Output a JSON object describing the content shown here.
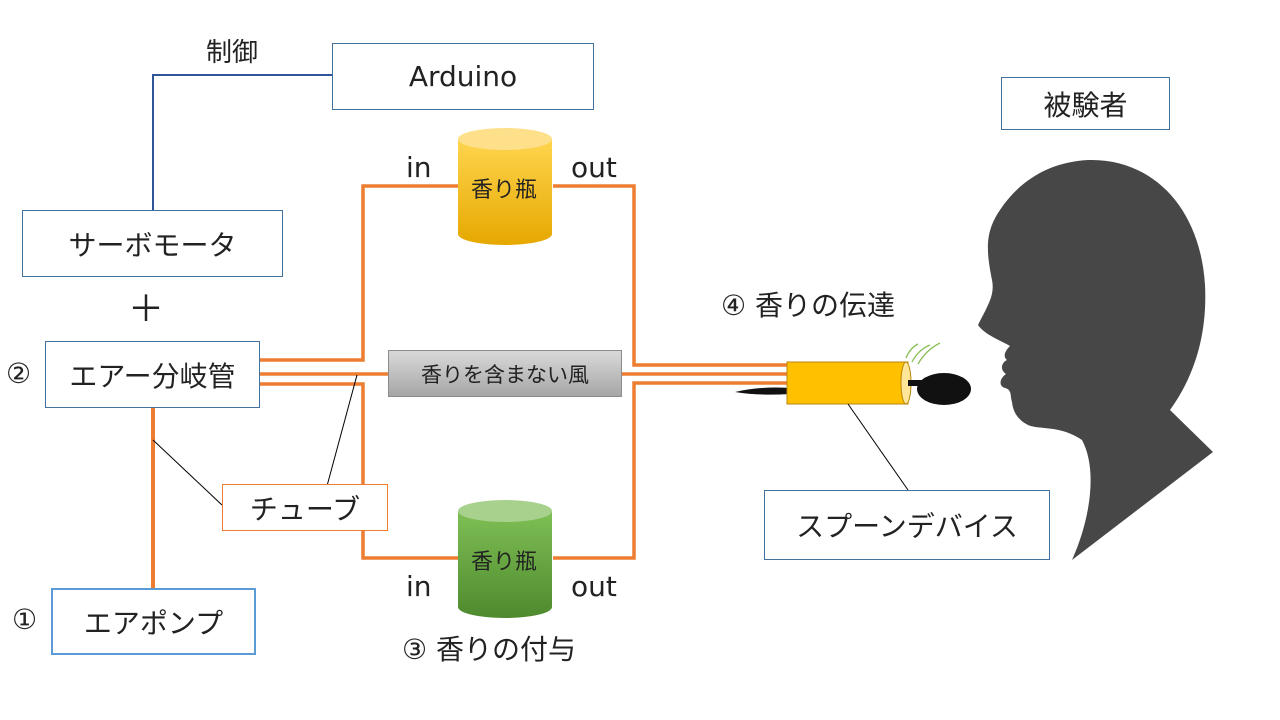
{
  "labels": {
    "control": "制御",
    "arduino": "Arduino",
    "servo": "サーボモータ",
    "plus": "＋",
    "manifold_num": "②",
    "manifold": "エアー分岐管",
    "tube": "チューブ",
    "pump_num": "①",
    "pump": "エアポンプ",
    "bottle_top": "香り瓶",
    "bottle_bottom": "香り瓶",
    "in_top": "in",
    "out_top": "out",
    "in_bottom": "in",
    "out_bottom": "out",
    "unscented_wind": "香りを含まない風",
    "scent_add": "③ 香りの付与",
    "scent_deliver": "④ 香りの伝達",
    "spoon_device": "スプーンデバイス",
    "subject": "被験者"
  },
  "colors": {
    "tube": "#ED7D31",
    "box_border": "#41719C",
    "control_line": "#2F5597",
    "bottle_yellow": "#FFC000",
    "bottle_green": "#70AD47",
    "head": "#474747",
    "unscented_box": "#BFBFBF"
  }
}
